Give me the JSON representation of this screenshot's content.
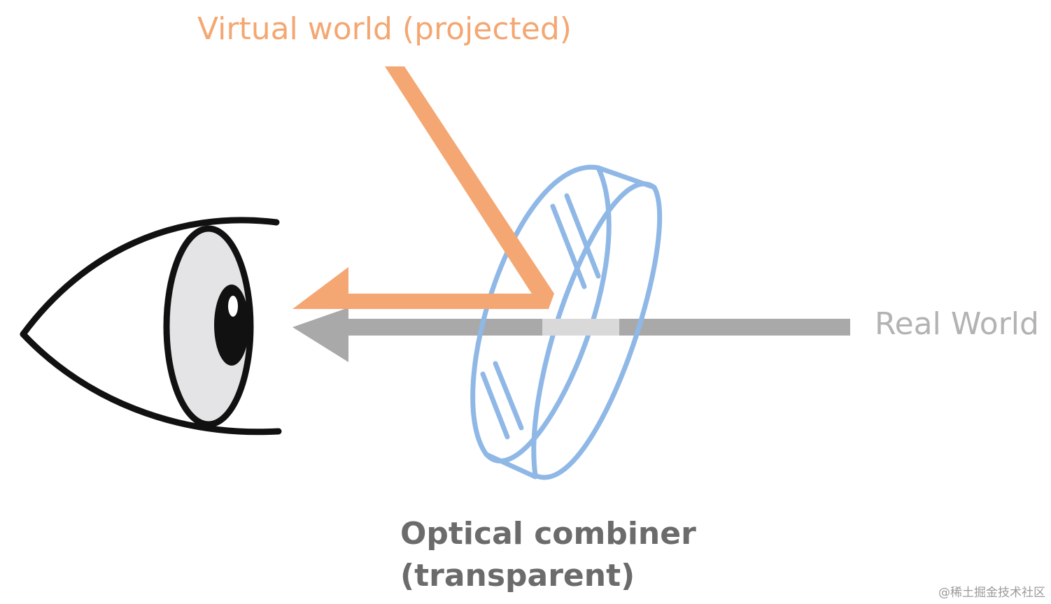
{
  "labels": {
    "virtual_world": "Virtual world (projected)",
    "real_world": "Real World",
    "combiner_title": "Optical combiner",
    "combiner_subtitle": "(transparent)"
  },
  "watermark": "@稀土掘金技术社区",
  "colors": {
    "virtual_path": "#f4a772",
    "real_path": "#a9a9a9",
    "combiner_outline": "#8fb8e6",
    "eye_outline": "#111111",
    "iris_fill": "#e4e4e6",
    "text_caption": "#6b6b6b",
    "text_real": "#b3b3b3"
  },
  "icons": [
    "eye-icon",
    "lens-icon",
    "arrow-left-icon"
  ]
}
